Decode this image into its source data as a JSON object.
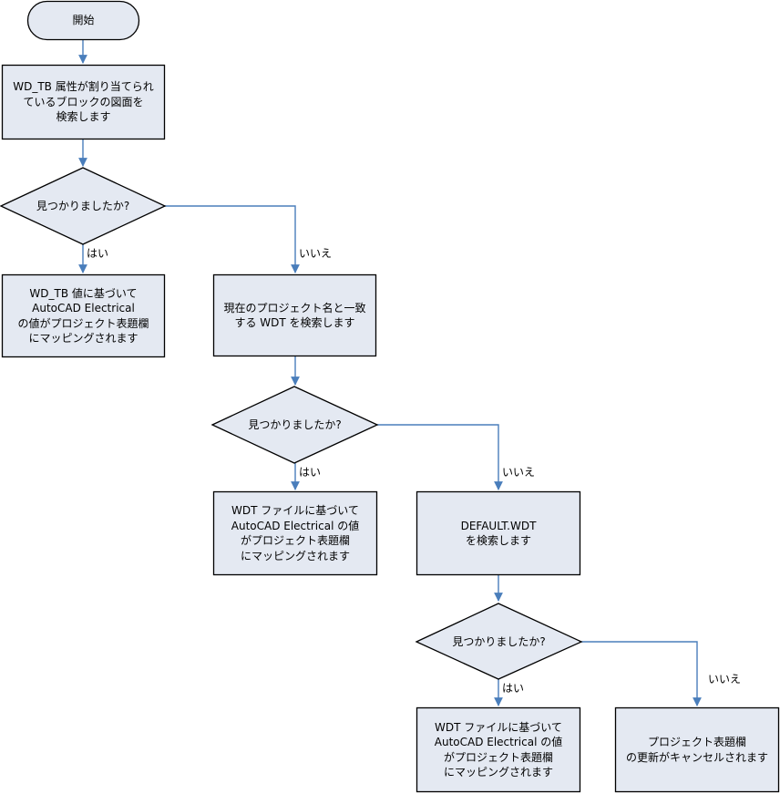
{
  "diagram": {
    "title": "AutoCAD Electrical project title block update flowchart",
    "colors": {
      "node_fill": "#e4e9f2",
      "node_stroke": "#000000",
      "connector": "#4a7ebb",
      "text": "#000000",
      "background": "#ffffff"
    },
    "nodes": [
      {
        "id": "start",
        "type": "terminator",
        "label": "開始"
      },
      {
        "id": "search-wdtb",
        "type": "process",
        "label": "WD_TB 属性が割り当てられ\nているブロックの図面を\n検索します"
      },
      {
        "id": "decision-1",
        "type": "decision",
        "label": "見つかりましたか?"
      },
      {
        "id": "map-wdtb",
        "type": "process",
        "label": "WD_TB 値に基づいて\nAutoCAD Electrical\nの値がプロジェクト表題欄\nにマッピングされます"
      },
      {
        "id": "search-project-wdt",
        "type": "process",
        "label": "現在のプロジェクト名と一致\nする WDT を検索します"
      },
      {
        "id": "decision-2",
        "type": "decision",
        "label": "見つかりましたか?"
      },
      {
        "id": "map-wdt-file-1",
        "type": "process",
        "label": "WDT ファイルに基づいて\nAutoCAD Electrical の値\nがプロジェクト表題欄\nにマッピングされます"
      },
      {
        "id": "search-default-wdt",
        "type": "process",
        "label": "DEFAULT.WDT\nを検索します"
      },
      {
        "id": "decision-3",
        "type": "decision",
        "label": "見つかりましたか?"
      },
      {
        "id": "map-wdt-file-2",
        "type": "process",
        "label": "WDT ファイルに基づいて\nAutoCAD Electrical の値\nがプロジェクト表題欄\nにマッピングされます"
      },
      {
        "id": "cancel-update",
        "type": "process",
        "label": "プロジェクト表題欄\nの更新がキャンセルされます"
      }
    ],
    "edge_labels": {
      "d1_yes": "はい",
      "d1_no": "いいえ",
      "d2_yes": "はい",
      "d2_no": "いいえ",
      "d3_yes": "はい",
      "d3_no": "いいえ"
    }
  }
}
